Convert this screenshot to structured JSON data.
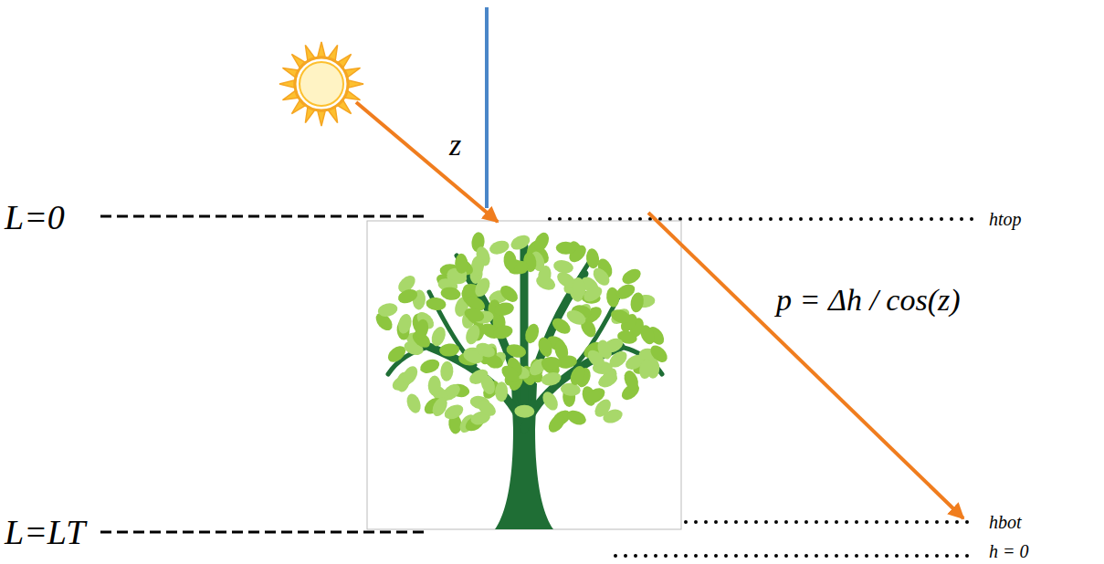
{
  "diagram": {
    "labels": [
      "z",
      "L=0",
      "htop",
      "p = Δh / cos(z)",
      "hbot",
      "h = 0",
      "L=LT"
    ]
  }
}
